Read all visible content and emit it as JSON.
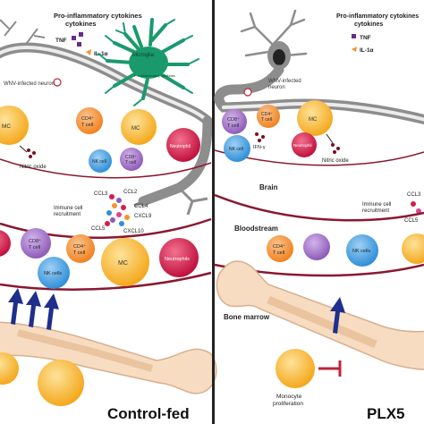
{
  "left": {
    "cytokine_title": "Pro-inflammatory cytokines",
    "tnf": "TNF",
    "il1a": "IL-1α",
    "microglia": "Microglia",
    "microglia_sub": "Pro-inflammatory cytokines",
    "infected_neuron": "WNV-infected neuron",
    "mc": "MC",
    "cd4": [
      "CD4⁺",
      "T cell"
    ],
    "neutrophil": "Neutrophil",
    "nk": "NK cell",
    "cd8": [
      "CD8⁺",
      "T cell"
    ],
    "nitric": "Nitric oxide",
    "ccl3": "CCL3",
    "ccl2": "CCL2",
    "ccl4": "CCL4",
    "cxcl9": "CXCL9",
    "ccl5": "CCL5",
    "cxcl10": "CXCL10",
    "recruit": [
      "Immune cell",
      "recruitment"
    ],
    "blood_cd8": [
      "CD8⁺",
      "T cell"
    ],
    "blood_cd4": [
      "CD4⁺",
      "T cell"
    ],
    "blood_nk": "NK cells",
    "blood_mc": "MC",
    "blood_neut": "Neutrophils",
    "condition": "Control-fed"
  },
  "right": {
    "cytokine_title": "Pro-inflammatory cytokines",
    "tnf": "TNF",
    "il1a": "IL-1α",
    "infected_neuron": [
      "WNV-infected",
      "neuron"
    ],
    "cd8": [
      "CD8⁺",
      "T cell"
    ],
    "cd4": [
      "CD4⁺",
      "T cell"
    ],
    "mc": "MC",
    "ifn": "IFN-γ",
    "nk": "NK cell",
    "neutrophil": "Neutrophil",
    "nitric": "Nitric oxide",
    "brain": "Brain",
    "ccl3": "CCL3",
    "ccl5": "CCL5",
    "recruit": [
      "Immune cell",
      "recruitment"
    ],
    "bloodstream": "Bloodstream",
    "blood_cd4": [
      "CD4⁺",
      "T cell"
    ],
    "blood_nk": "NK cells",
    "bone_marrow": "Bone marrow",
    "monocyte": [
      "Monocyte",
      "proliferation"
    ],
    "condition": "PLX5"
  },
  "colors": {
    "microglia": "#1a9a6c",
    "mc": "#f4a81d",
    "cd4": "#f5922c",
    "neutrophil": "#d11e4f",
    "nk": "#2f8fd8",
    "cd8": "#8e5bb8",
    "vessel": "#8a1730",
    "arrow": "#1e2f8c",
    "inhibit": "#c0243a",
    "bone": "#f7dcc1"
  }
}
